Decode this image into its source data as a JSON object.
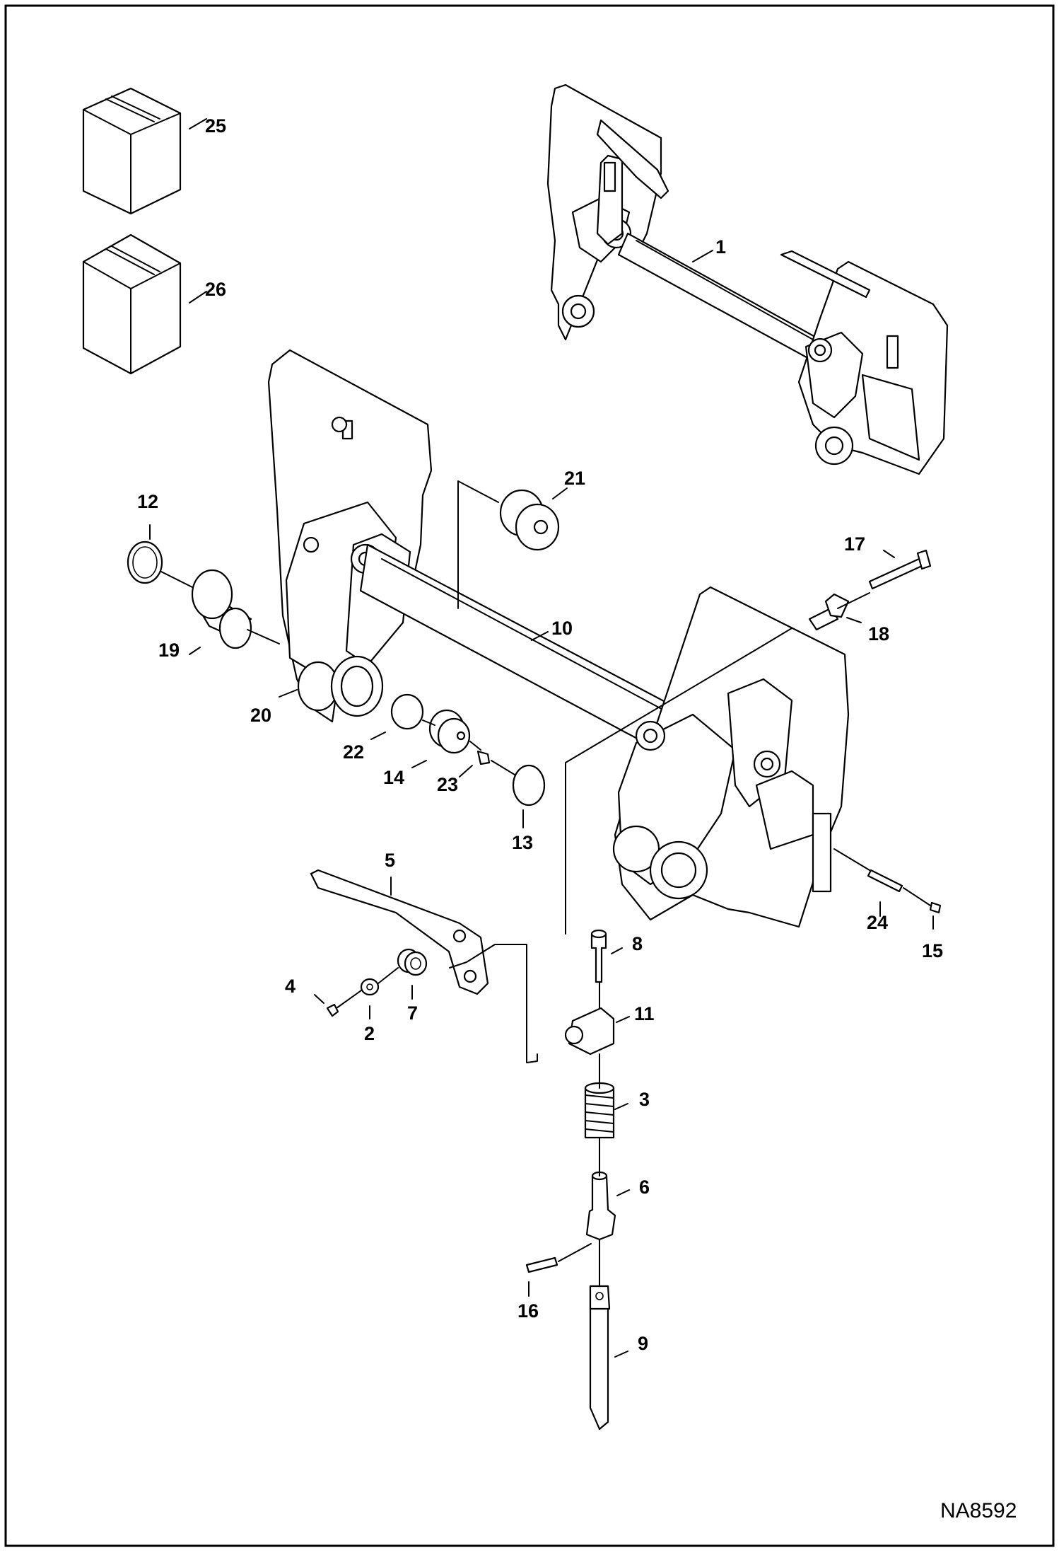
{
  "diagram": {
    "figure_code": "NA8592",
    "callouts": [
      "1",
      "2",
      "3",
      "4",
      "5",
      "6",
      "7",
      "8",
      "9",
      "10",
      "11",
      "12",
      "13",
      "14",
      "15",
      "16",
      "17",
      "18",
      "19",
      "20",
      "21",
      "22",
      "23",
      "24",
      "25",
      "26"
    ]
  }
}
